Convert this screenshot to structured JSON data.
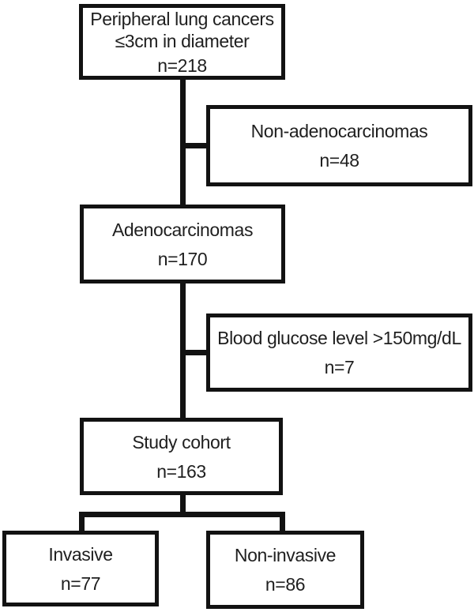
{
  "theme": {
    "background": "#ffffff",
    "line_color": "#121212",
    "text_color": "#1f1f1f"
  },
  "boxes": {
    "peripheral": {
      "line1": "Peripheral lung cancers",
      "line2": "≤3cm in diameter",
      "count": "n=218"
    },
    "non_adenocarcinomas": {
      "label": "Non-adenocarcinomas",
      "count": "n=48"
    },
    "adenocarcinomas": {
      "label": "Adenocarcinomas",
      "count": "n=170"
    },
    "glucose": {
      "label": "Blood glucose level >150mg/dL",
      "count": "n=7"
    },
    "cohort": {
      "label": "Study cohort",
      "count": "n=163"
    },
    "invasive": {
      "label": "Invasive",
      "count": "n=77"
    },
    "non_invasive": {
      "label": "Non-invasive",
      "count": "n=86"
    }
  },
  "connections": [
    {
      "from": "Peripheral lung cancers ≤3cm in diameter",
      "to": "Adenocarcinomas"
    },
    {
      "from": "Peripheral lung cancers ≤3cm in diameter",
      "to": "Non-adenocarcinomas"
    },
    {
      "from": "Adenocarcinomas",
      "to": "Study cohort"
    },
    {
      "from": "Adenocarcinomas",
      "to": "Blood glucose level >150mg/dL"
    },
    {
      "from": "Study cohort",
      "to": "Invasive"
    },
    {
      "from": "Study cohort",
      "to": "Non-invasive"
    }
  ]
}
